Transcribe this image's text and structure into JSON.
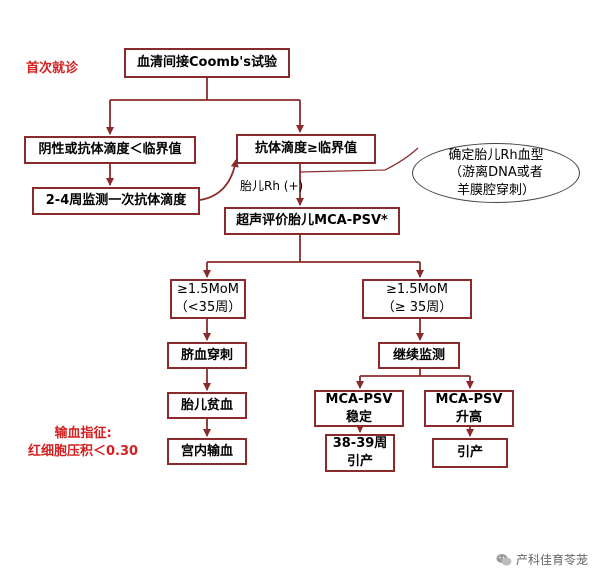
{
  "labels": {
    "first_visit": "首次就诊",
    "fetal_rh": "胎儿Rh (+)",
    "transfusion_line1": "输血指征:",
    "transfusion_line2": "红细胞压积＜0.30"
  },
  "boxes": {
    "coombs": "血清间接Coomb's试验",
    "negative": "阴性或抗体滴度＜临界值",
    "titer_high": "抗体滴度≥临界值",
    "monitor": "2-4周监测一次抗体滴度",
    "mca_psv": "超声评价胎儿MCA-PSV*",
    "left_mom_line1": "≥1.5MoM",
    "left_mom_line2": "（<35周）",
    "right_mom_line1": "≥1.5MoM",
    "right_mom_line2": "（≥ 35周）",
    "cordocentesis": "脐血穿刺",
    "continue_monitor": "继续监测",
    "fetal_anemia": "胎儿贫血",
    "stable_line1": "MCA-PSV",
    "stable_line2": "稳定",
    "rising_line1": "MCA-PSV",
    "rising_line2": "升高",
    "intrauterine": "宫内输血",
    "deliver_early_line1": "38-39周",
    "deliver_early_line2": "引产",
    "deliver": "引产"
  },
  "oval": {
    "line1": "确定胎儿Rh血型",
    "line2": "（游离DNA或者",
    "line3": "羊膜腔穿刺）"
  },
  "watermark": {
    "text": "产科佳育苓茏",
    "icon": "wechat-icon"
  },
  "colors": {
    "box_border": "#8b2a2a",
    "arrow": "#8b2a2a",
    "accent_red": "#d42020"
  }
}
